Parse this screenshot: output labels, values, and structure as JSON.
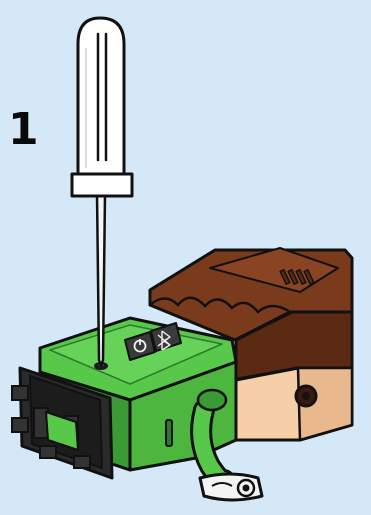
{
  "step": {
    "number": "1"
  },
  "illustration": {
    "tool": "screwdriver",
    "device": "battery-box",
    "colors": {
      "background": "#d4e8f8",
      "box_green": "#58c84a",
      "box_green_dark": "#3a9a34",
      "lid_brown": "#7a3a1c",
      "lid_brown_dark": "#5c2a12",
      "face_skin": "#f6cfa8",
      "outline": "#111111"
    },
    "icons": [
      "power-icon",
      "bluetooth-icon"
    ]
  }
}
